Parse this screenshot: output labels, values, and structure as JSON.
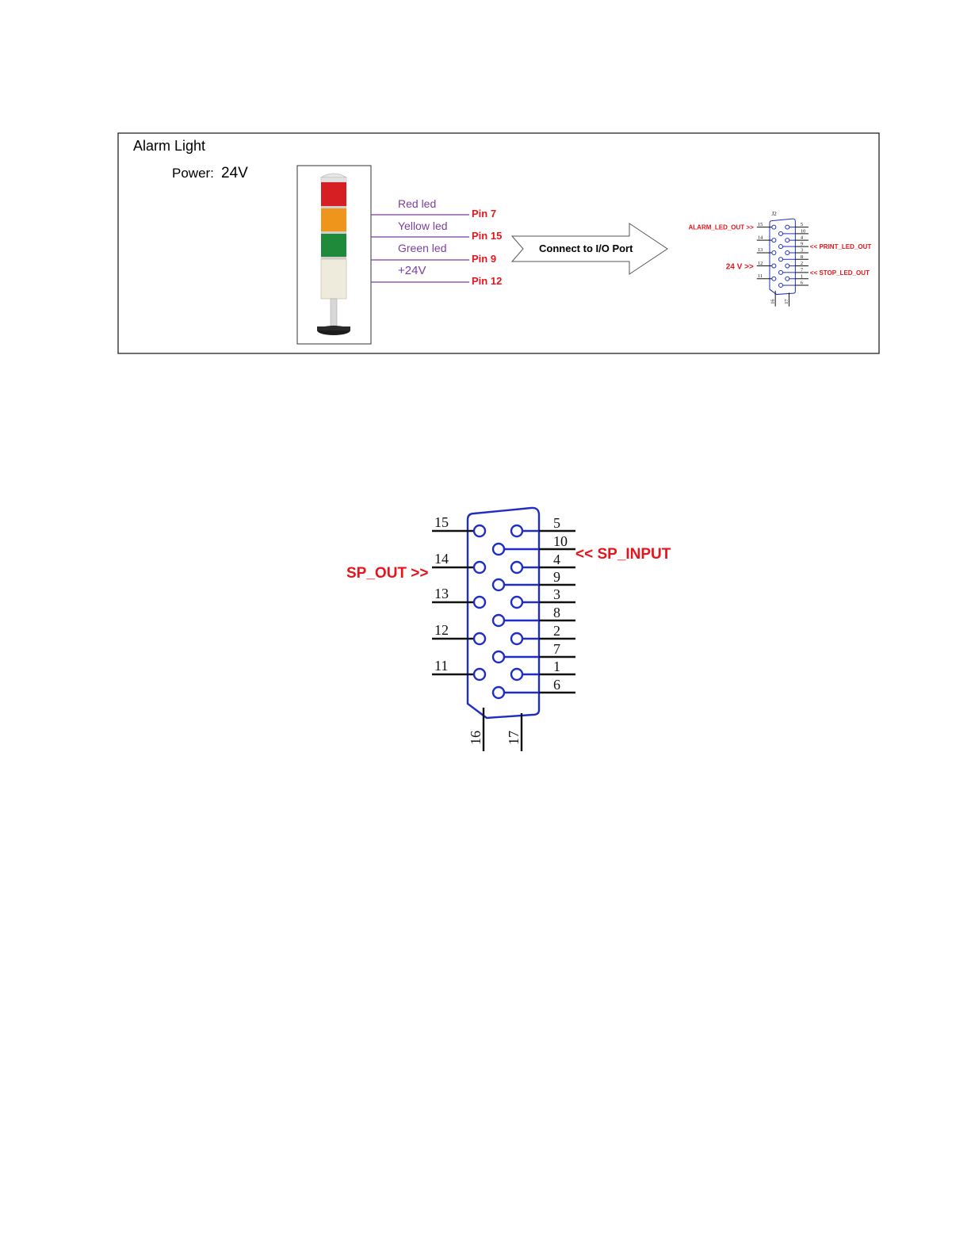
{
  "alarm_box": {
    "title": "Alarm Light",
    "power_label": "Power:",
    "power_value": "24V",
    "wires": [
      {
        "label": "Red led",
        "pin": "Pin 7"
      },
      {
        "label": "Yellow led",
        "pin": "Pin 15"
      },
      {
        "label": "Green led",
        "pin": "Pin 9"
      },
      {
        "label": "+24V",
        "pin": "Pin 12"
      }
    ],
    "arrow_label": "Connect to I/O Port",
    "small_connector": {
      "ref": "J2",
      "left_pins": [
        "15",
        "14",
        "13",
        "12",
        "11"
      ],
      "right_pins": [
        "5",
        "10",
        "4",
        "9",
        "3",
        "8",
        "2",
        "7",
        "1",
        "6"
      ],
      "bottom_pins": [
        "16",
        "17"
      ],
      "signals": {
        "alarm": "ALARM_LED_OUT >>",
        "print": "<< PRINT_LED_OUT",
        "power": "24 V >>",
        "stop": "<< STOP_LED_OUT"
      }
    }
  },
  "large_connector": {
    "left_pins": [
      "15",
      "14",
      "13",
      "12",
      "11"
    ],
    "right_pins": [
      "5",
      "10",
      "4",
      "9",
      "3",
      "8",
      "2",
      "7",
      "1",
      "6"
    ],
    "bottom_pins": [
      "16",
      "17"
    ],
    "signal_out": "SP_OUT >>",
    "signal_in": "<< SP_INPUT"
  },
  "colors": {
    "signal_red": "#e8141b",
    "wire_purple": "#7b3f9e",
    "connector_blue": "#1f2ec2"
  }
}
